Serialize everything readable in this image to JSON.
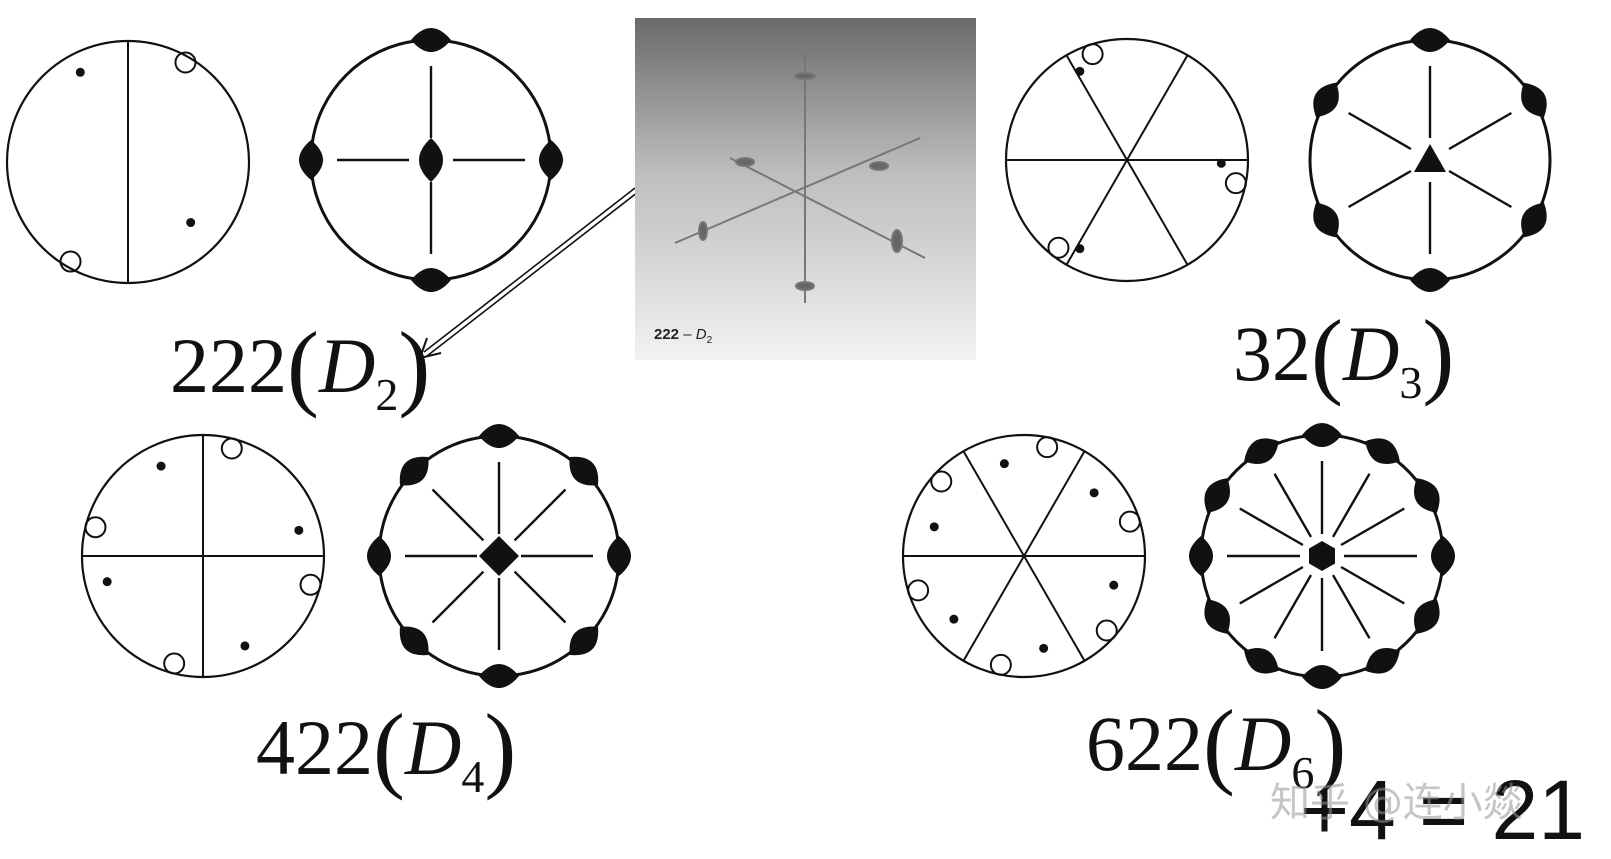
{
  "labels": {
    "d2": {
      "prefix": "222",
      "symbol": "D",
      "sub": "2"
    },
    "d3": {
      "prefix": "32",
      "symbol": "D",
      "sub": "3"
    },
    "d4": {
      "prefix": "422",
      "symbol": "D",
      "sub": "4"
    },
    "d6": {
      "prefix": "622",
      "symbol": "D",
      "sub": "6"
    }
  },
  "photo": {
    "caption_number": "222",
    "caption_dash": " – ",
    "caption_symbol": "D",
    "caption_sub": "2"
  },
  "sum_text": "+4 = 21",
  "watermark": "知乎 @连小燚",
  "colors": {
    "ink": "#111111",
    "paper": "#ffffff"
  }
}
